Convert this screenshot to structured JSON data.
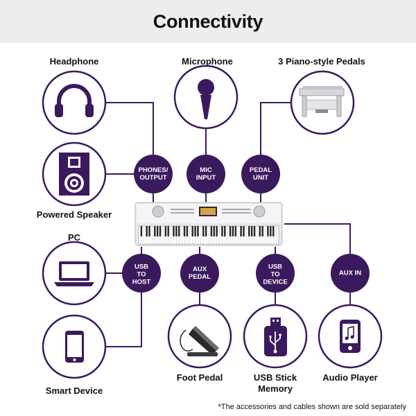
{
  "title": "Connectivity",
  "colors": {
    "purple": "#3a1a5c",
    "line": "#3a1a5c",
    "header_bg": "#ededed"
  },
  "devices": {
    "headphone": {
      "label": "Headphone",
      "icon": "headphone-icon"
    },
    "microphone": {
      "label": "Microphone",
      "icon": "microphone-icon"
    },
    "pedals": {
      "label": "3 Piano-style Pedals",
      "icon": "piano-pedals-icon"
    },
    "speaker": {
      "label": "Powered Speaker",
      "icon": "speaker-icon"
    },
    "pc": {
      "label": "PC",
      "icon": "laptop-icon"
    },
    "smart": {
      "label": "Smart Device",
      "icon": "smartphone-icon"
    },
    "foot_pedal": {
      "label": "Foot Pedal",
      "icon": "foot-pedal-icon"
    },
    "usb_stick": {
      "label": "USB Stick\nMemory",
      "icon": "usb-stick-icon"
    },
    "audio_player": {
      "label": "Audio Player",
      "icon": "audio-player-icon"
    }
  },
  "ports": {
    "phones": "PHONES/\nOUTPUT",
    "mic": "MIC\nINPUT",
    "pedal_unit": "PEDAL\nUNIT",
    "usb_host": "USB\nTO\nHOST",
    "aux_pedal": "AUX\nPEDAL",
    "usb_device": "USB\nTO\nDEVICE",
    "aux_in": "AUX IN"
  },
  "footnote": "*The accessories and cables shown are sold separately"
}
